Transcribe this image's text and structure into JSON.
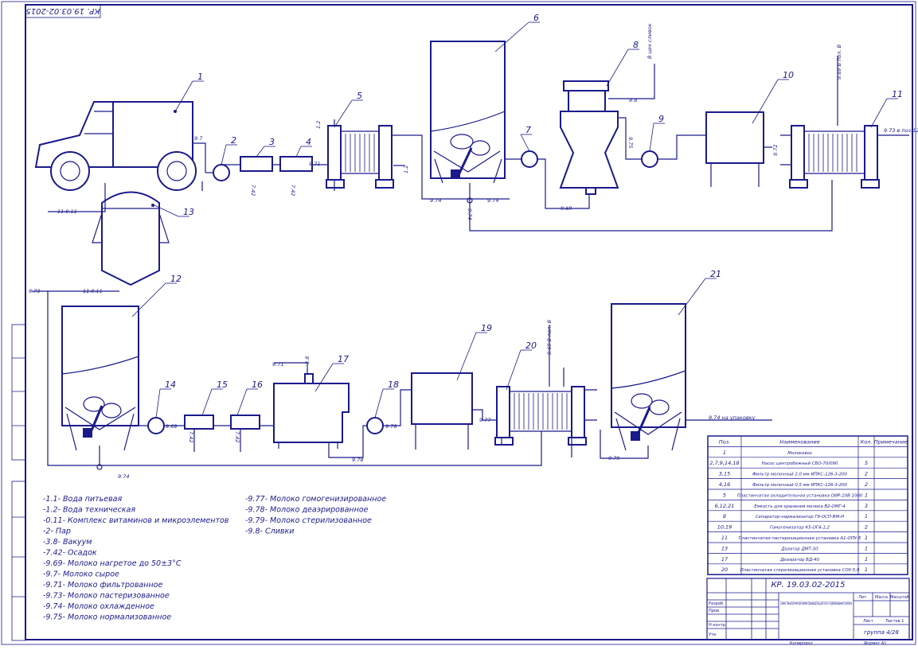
{
  "stamp": "КР. 19.03.02-2015",
  "equipment_numbers": [
    "1",
    "2",
    "3",
    "4",
    "5",
    "6",
    "7",
    "8",
    "9",
    "10",
    "11",
    "12",
    "13",
    "14",
    "15",
    "16",
    "17",
    "18",
    "19",
    "20",
    "21"
  ],
  "line_labels": {
    "l_97_a": "9.7",
    "l_742_a": "7.42",
    "l_742_b": "7.42",
    "l_971_a": "9.71",
    "l_12_a": "1.2",
    "l_12_b": "1.2",
    "l_974_a": "9.74",
    "l_974_b": "9.74",
    "l_974_c": "9.74",
    "l_969_a": "9.69",
    "l_975": "9.75",
    "l_98": "9.8",
    "l_out_cream": "В цех сливок",
    "l_972": "9.72",
    "l_969_vac": "9.69 В пол. В",
    "l_973": "9.73 в поз.12",
    "l_11011_a": "11.0.11",
    "l_973_b": "9.73",
    "l_11011_b": "11.0.11",
    "l_969_b": "9.69",
    "l_742_c": "7.42",
    "l_742_d": "7.42",
    "l_971_b": "9.71",
    "l_38": "3.8",
    "l_978_a": "9.78",
    "l_978_b": "9.78",
    "l_977": "9.77",
    "l_969_c": "9.69 В пол. В",
    "l_974_d": "9.74",
    "l_979": "9.79",
    "l_out_pack": "9.74 на упаковку"
  },
  "legend_left": [
    "-1.1- Вода питьевая",
    "-1.2- Вода техническая",
    "-0.11- Комплекс витаминов и микроэлементов",
    "-2- Пар",
    "-3.8- Вакуум",
    "-7.42- Осадок",
    "-9.69- Молоко нагретое до 50±3°С",
    "-9.7- Молоко сырое",
    "-9.71- Молоко фильтрованное",
    "-9.73- Молоко пастеризованное",
    "-9.74- Молоко охлажденное",
    "-9.75- Молоко нормализованное"
  ],
  "legend_right": [
    "-9.77- Молоко гомогенизированное",
    "-9.78- Молоко деаэрированное",
    "-9.79- Молоко стерилизованное",
    "-9.8- Сливки"
  ],
  "spec_table": {
    "headers": [
      "Поз.",
      "Наименование",
      "Кол.",
      "Примечание"
    ],
    "rows": [
      [
        "1",
        "Молоковоз",
        "",
        ""
      ],
      [
        "2,7,9,14,18",
        "Насос центробежный СБО-70/090",
        "5",
        ""
      ],
      [
        "3,15",
        "Фильтр молочный 2,0 мм ИПКС-126-3-200",
        "2",
        ""
      ],
      [
        "4,16",
        "Фильтр молочный 0,5 мм ИПКС-126-3-200",
        "2",
        ""
      ],
      [
        "5",
        "Пластинчатая охладительная установка ОИР-10В 1000",
        "1",
        ""
      ],
      [
        "6,12,21",
        "Емкость для хранения молока В2-ОМГ-4",
        "3",
        ""
      ],
      [
        "8",
        "Сепаратор-нормализатор Г9-ОСП-ВМ-Н",
        "1",
        ""
      ],
      [
        "10,19",
        "Гомогенизатор К5-ОГА-1,2",
        "2",
        ""
      ],
      [
        "11",
        "Пластинчатая пастеризационная установка А1-ОПУ-5",
        "1",
        ""
      ],
      [
        "13",
        "Дозатор ДМТ-50",
        "1",
        ""
      ],
      [
        "17",
        "Деаэратор ВД-40",
        "1",
        ""
      ],
      [
        "20",
        "Пластинчатая стерилизационная установка СОУ-5,0",
        "1",
        ""
      ]
    ]
  },
  "title_block": {
    "code": "КР. 19.03.02-2015",
    "title": "Схема технологической линии производства детского стерилизованного молока",
    "group": "группа 4/28",
    "roles": [
      "Разраб.",
      "Пров.",
      "Н.контр.",
      "Утв."
    ],
    "col_heads": [
      "Лит.",
      "Масса",
      "Масштаб"
    ],
    "sheet": "Лист",
    "sheets": "Листов 1",
    "copied": "Копировал",
    "format": "Формат А1"
  }
}
